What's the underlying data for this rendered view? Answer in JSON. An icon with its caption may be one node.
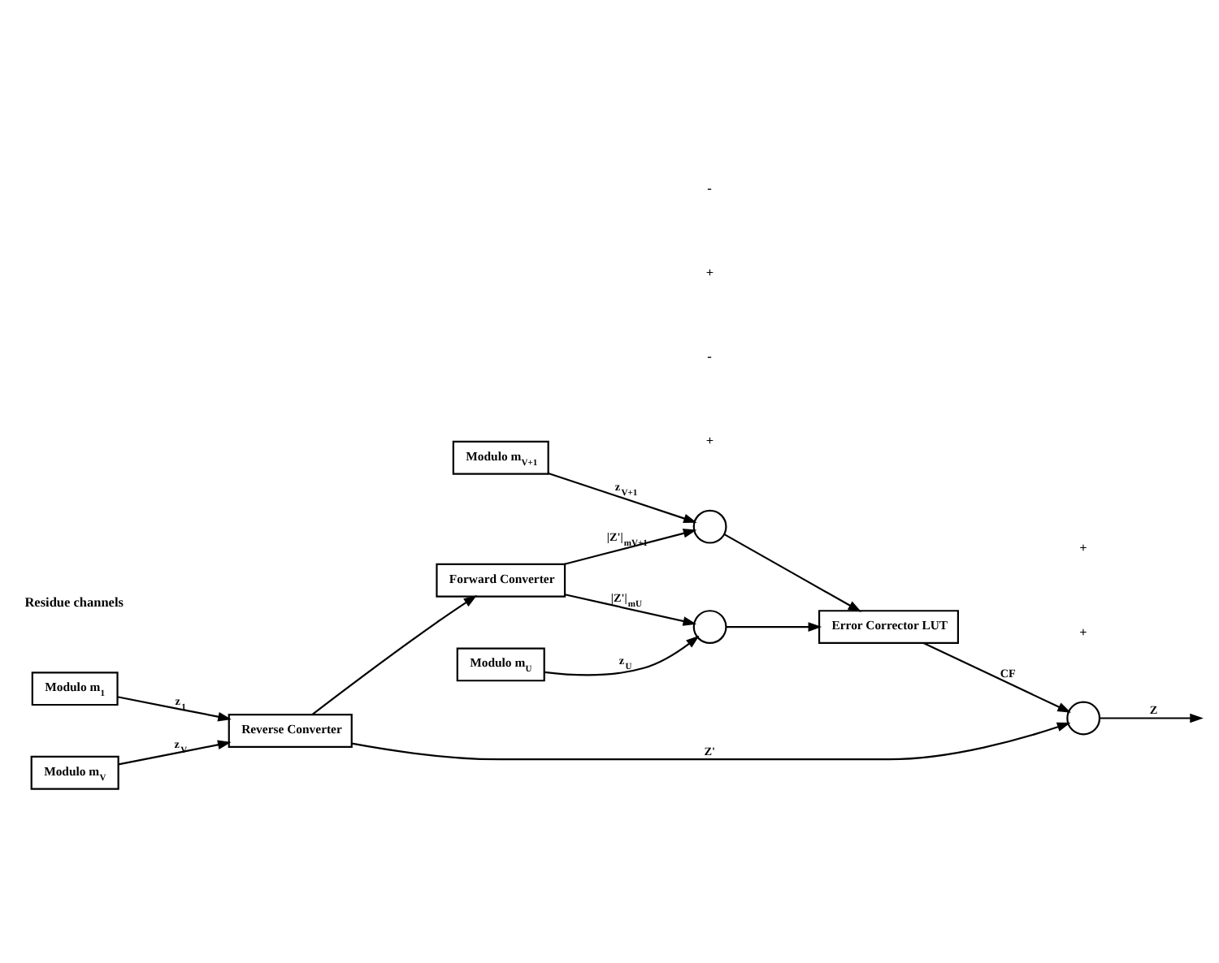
{
  "diagram": {
    "nodes": [
      {
        "text": [
          "Modulo m$_{1}$"
        ]
      },
      {
        "text": [
          "Modulo m$_{V}$"
        ]
      },
      {
        "text": [
          "Modulo m$_{V+1}$"
        ]
      },
      {
        "text": [
          "Modulo m$_{U}$"
        ]
      },
      {
        "text": [
          "Reverse Converter"
        ]
      },
      {
        "text": [
          "Forward Converter"
        ]
      },
      {
        "text": [],
        "shape": "circle"
      },
      {
        "text": [],
        "shape": "circle"
      },
      {
        "text": [
          "Error Corrector LUT"
        ]
      },
      {
        "text": [],
        "shape": "circle"
      }
    ],
    "edges": [
      {
        "from": 0,
        "to": 4,
        "arrow": "to",
        "label": "z$_{1}$"
      },
      {
        "from": 1,
        "to": 4,
        "arrow": "to",
        "label": "z$_{V}$"
      },
      {
        "from": 4,
        "to": 9,
        "arrow": "to",
        "label": "Z'"
      },
      {
        "from": 4,
        "to": 5,
        "arrow": "to"
      },
      {
        "from": 2,
        "to": 6,
        "arrow": "to",
        "label": "z$_{V+1}$"
      },
      {
        "from": 5,
        "to": 6,
        "arrow": "to",
        "label": "|Z'|$_{mV+1}$"
      },
      {
        "from": 3,
        "to": 7,
        "arrow": "to",
        "label": "z$_{U}$"
      },
      {
        "from": 5,
        "to": 7,
        "arrow": "to",
        "label": "|Z'|$_{mU}$"
      },
      {
        "from": 6,
        "to": 8,
        "arrow": "to"
      },
      {
        "from": 7,
        "to": 8,
        "arrow": "to"
      },
      {
        "from": 8,
        "to": 9,
        "arrow": "to",
        "label": "CF"
      },
      {
        "from": 9,
        "to": null,
        "arrow": "to",
        "label": "Z"
      }
    ],
    "labels": [
      "Residue channels",
      "+",
      "-",
      "+",
      "-",
      "+",
      "+"
    ]
  }
}
